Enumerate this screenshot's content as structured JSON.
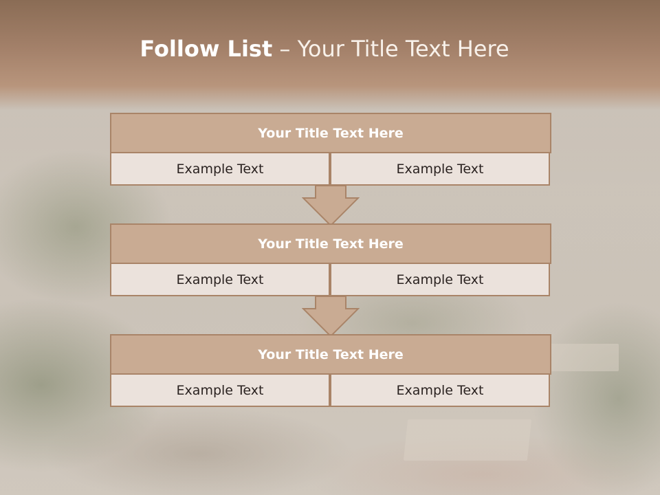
{
  "slide": {
    "title_bold": "Follow List",
    "title_rest": "– Your Title Text Here"
  },
  "colors": {
    "header_band": "#a4816a",
    "box_title_fill": "#c9ab93",
    "box_border": "#a98468",
    "cell_fill": "#ebe2dc",
    "arrow_fill": "#c9ab93"
  },
  "steps": [
    {
      "title": "Your Title Text Here",
      "left": "Example Text",
      "right": "Example Text"
    },
    {
      "title": "Your Title Text Here",
      "left": "Example Text",
      "right": "Example Text"
    },
    {
      "title": "Your Title Text Here",
      "left": "Example Text",
      "right": "Example Text"
    }
  ]
}
